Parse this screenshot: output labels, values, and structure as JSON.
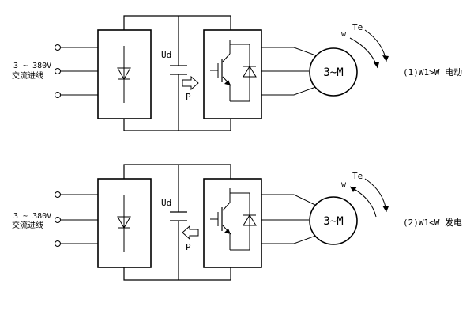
{
  "diagrams": [
    {
      "id": "motoring",
      "supply_voltage": "3 ~ 380V",
      "supply_note": "交流进线",
      "dc_link_label": "Ud",
      "power_label": "P",
      "power_flow": "right",
      "motor_label": "3~M",
      "speed_label": "w",
      "torque_label": "Te",
      "mode_caption": "(1)W1>W 电动"
    },
    {
      "id": "generating",
      "supply_voltage": "3 ~ 380V",
      "supply_note": "交流进线",
      "dc_link_label": "Ud",
      "power_label": "P",
      "power_flow": "left",
      "motor_label": "3~M",
      "speed_label": "w",
      "torque_label": "Te",
      "mode_caption": "(2)W1<W 发电"
    }
  ]
}
